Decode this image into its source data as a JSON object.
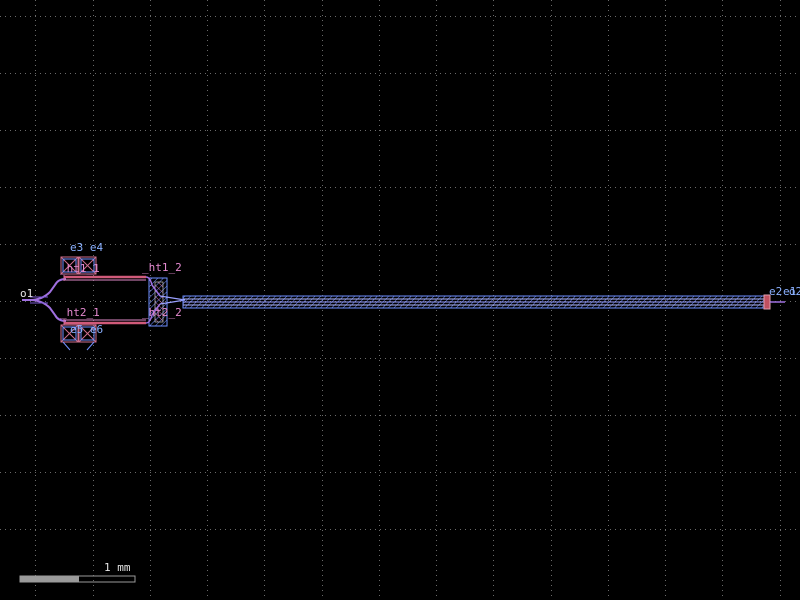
{
  "labels": {
    "port_o1": "o1",
    "port_e3e4": "e3 e4",
    "port_e5e6": "e5 e6",
    "heater_top_left": "_ht1_1",
    "heater_top_right": "_ht1_2",
    "heater_bottom_left": "_ht2_1",
    "heater_bottom_right": "_ht2_2",
    "port_right": "e2 o2",
    "port_right_alt": "e1"
  },
  "scale_bar": {
    "label": "1 mm"
  },
  "colors": {
    "background": "#000000",
    "grid_dots": "#6a6a6a",
    "waveguide_pink": "#e08ac8",
    "heater_red": "#c0506a",
    "pad_outline": "#d07090",
    "via_blue": "#7090ff",
    "label_blue": "#8ab0ff",
    "label_pink": "#e58ad0"
  },
  "icons": {
    "via_cross": "x-hatch-square",
    "scale": "scale-bar"
  }
}
